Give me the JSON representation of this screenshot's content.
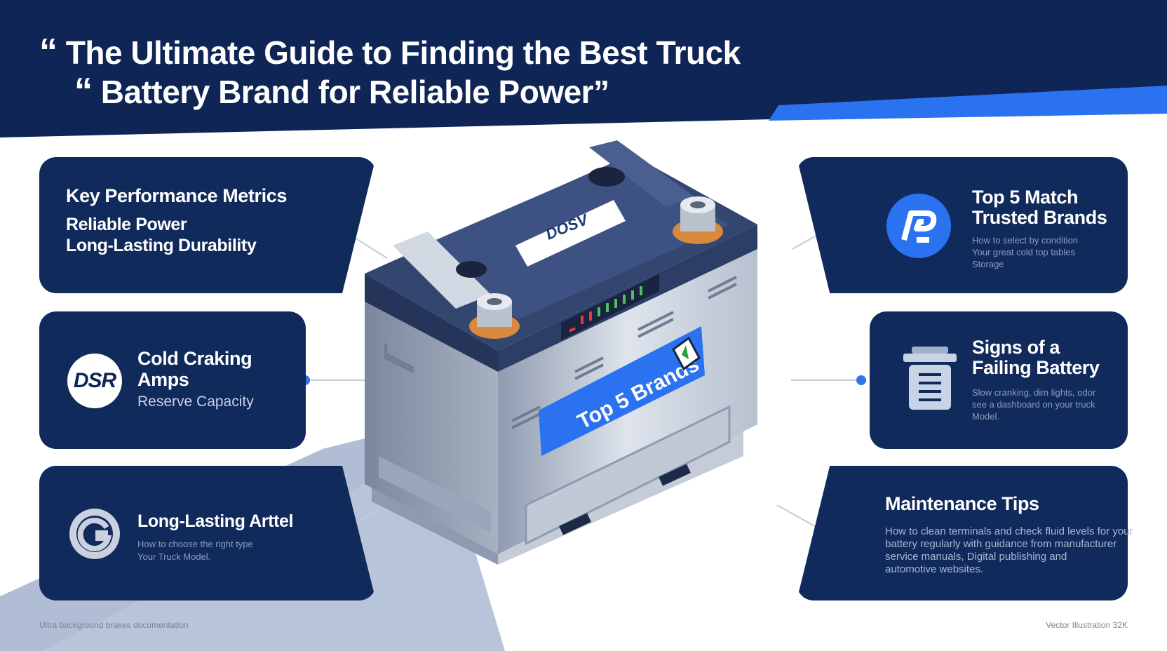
{
  "title": {
    "open_quote_1": "“",
    "line_1": "The Ultimate Guide to Finding the Best Truck",
    "open_quote_2": "“",
    "line_2": "Battery Brand for Reliable Power”"
  },
  "cards": {
    "top_left": {
      "heading": "Key Performance Metrics",
      "line_1": "Reliable Power",
      "line_2": "Long-Lasting Durability"
    },
    "mid_left": {
      "logo_text": "DSR",
      "heading_1": "Cold Craking",
      "heading_2": "Amps",
      "sub": "Reserve Capacity"
    },
    "bottom_left": {
      "heading": "Long-Lasting Arttel",
      "desc_1": "How to choose the right type",
      "desc_2": "Your Truck Model."
    },
    "top_right": {
      "heading_1": "Top 5 Match",
      "heading_2": "Trusted Brands",
      "desc_1": "How to select by condition",
      "desc_2": "Your great cold top tables",
      "desc_3": "Storage"
    },
    "mid_right": {
      "heading_1": "Signs of a",
      "heading_2": "Failing Battery",
      "desc_1": "Slow cranking, dim lights, odor",
      "desc_2": "see a dashboard on your truck",
      "desc_3": "Model."
    },
    "bottom_right": {
      "heading": "Maintenance Tips",
      "desc_1": "How to clean terminals and check fluid levels for your",
      "desc_2": "battery regularly with guidance from manufacturer",
      "desc_3": "service manuals, Digital publishing and",
      "desc_4": "automotive websites."
    }
  },
  "battery": {
    "brand_label": "DOSV",
    "badge_text": "Top 5 Brands"
  },
  "footer": {
    "left": "Ultra background brakes documentation",
    "right": "Vector Illustration 32K"
  },
  "colors": {
    "navy": "#0f2556",
    "card_navy": "#112a5c",
    "accent_blue": "#2a72f0",
    "dot_blue": "#2f74ea",
    "white": "#ffffff"
  }
}
